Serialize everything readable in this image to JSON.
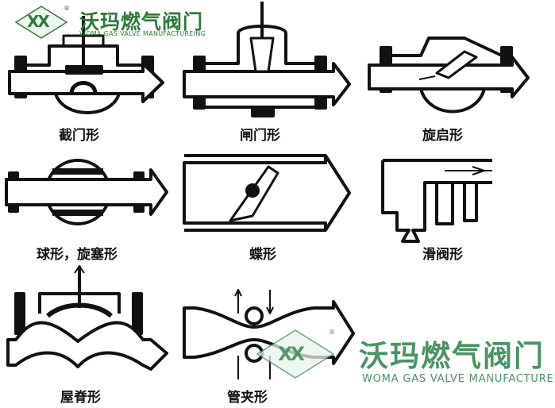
{
  "brand": {
    "name": "沃玛燃气阀门",
    "subtitle": "WOMA GAS VALVE MANUFACTUREING",
    "logo_letters": "XX",
    "registered_mark": "®"
  },
  "watermark": {
    "name": "沃玛燃气阀门",
    "subtitle": "WOMA GAS VALVE MANUFACTUREING",
    "logo_letters": "XX",
    "registered_mark": "®"
  },
  "diagrams": [
    {
      "caption": "截门形"
    },
    {
      "caption": "闸门形"
    },
    {
      "caption": "旋启形"
    },
    {
      "caption": "球形，旋塞形"
    },
    {
      "caption": "蝶形"
    },
    {
      "caption": "滑阀形"
    },
    {
      "caption": "屋脊形"
    },
    {
      "caption": "管夹形"
    }
  ],
  "colors": {
    "brand_green": "#2e7a3a",
    "watermark_green": "#3b8a56",
    "ink": "#111111"
  }
}
